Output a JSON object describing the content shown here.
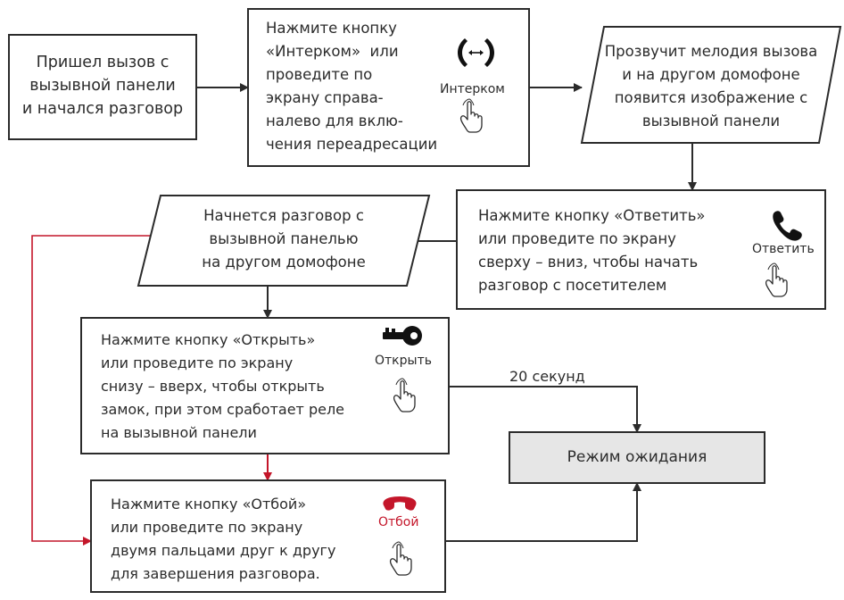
{
  "colors": {
    "stroke": "#2b2b2b",
    "red": "#c4162a",
    "wait_fill": "#e6e6e6",
    "text": "#2b2b2b"
  },
  "nodes": {
    "incoming": {
      "lines": [
        "Пришел вызов с",
        "вызывной панели",
        "и начался разговор"
      ]
    },
    "intercom": {
      "lines": [
        "Нажмите кнопку",
        "«Интерком»  или",
        "проведите по",
        "экрану справа-",
        "налево для вклю-",
        "чения переадресации"
      ],
      "icon_label": "Интерком",
      "icon": "intercom-transfer-icon"
    },
    "melody": {
      "lines": [
        "Прозвучит мелодия вызова",
        "и на другом домофоне",
        "появится изображение с",
        "вызывной панели"
      ]
    },
    "answer": {
      "lines": [
        "Нажмите кнопку «Ответить»",
        "или проведите по экрану",
        "сверху – вниз, чтобы начать",
        "разговор с посетителем"
      ],
      "icon_label": "Ответить",
      "icon": "phone-answer-icon"
    },
    "conversation": {
      "lines": [
        "Начнется разговор с",
        "вызывной панелью",
        "на другом домофоне"
      ]
    },
    "open": {
      "lines": [
        "Нажмите кнопку «Открыть»",
        "или проведите по экрану",
        "снизу – вверх, чтобы открыть",
        "замок, при этом сработает реле",
        "на вызывной панели"
      ],
      "icon_label": "Открыть",
      "icon": "key-icon"
    },
    "standby": {
      "label": "Режим ожидания"
    },
    "hangup": {
      "lines": [
        "Нажмите кнопку «Отбой»",
        "или проведите по экрану",
        "двумя пальцами друг к другу",
        "для завершения разговора."
      ],
      "icon_label": "Отбой",
      "icon": "phone-hangup-icon"
    }
  },
  "edge_labels": {
    "timeout": "20 секунд"
  }
}
